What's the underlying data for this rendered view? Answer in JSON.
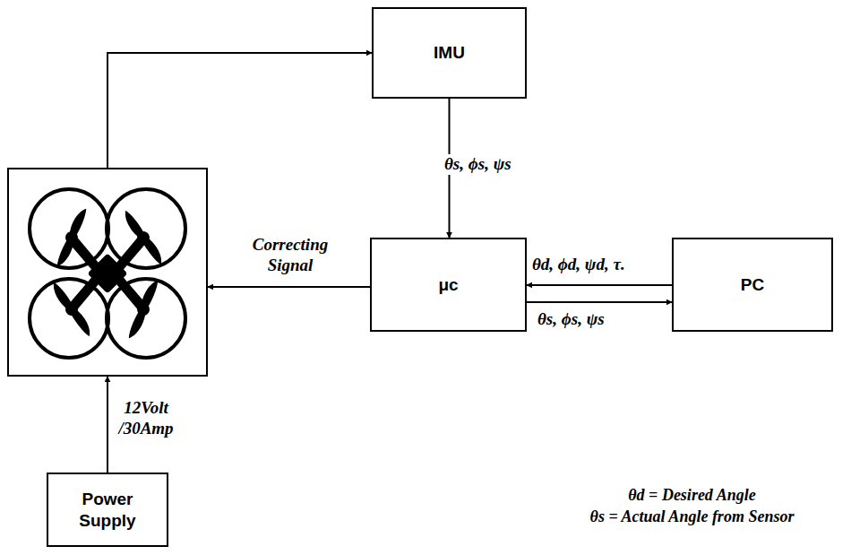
{
  "diagram": {
    "nodes": [
      {
        "text": [
          "IMU"
        ]
      },
      {
        "text": []
      },
      {
        "text": [
          "μc"
        ]
      },
      {
        "text": [
          "PC"
        ]
      },
      {
        "text": [
          "Power Supply"
        ]
      }
    ],
    "edges": [
      {
        "from": 1,
        "to": 0,
        "arrow": "to"
      },
      {
        "from": 0,
        "to": 2,
        "label": "θs, ϕs, ψs",
        "arrow": "to"
      },
      {
        "from": 3,
        "to": 2,
        "label": "θd, ϕd, ψd, τ.",
        "arrow": "to"
      },
      {
        "from": 2,
        "to": 3,
        "label": "θs, ϕs, ψs",
        "arrow": "to"
      },
      {
        "from": 2,
        "to": 1,
        "label": "Correcting Signal",
        "arrow": "to"
      },
      {
        "from": 4,
        "to": 1,
        "label": "12Volt /30Amp",
        "arrow": "to"
      }
    ],
    "labels": [
      "θd = Desired Angle",
      "θs = Actual Angle from Sensor"
    ]
  }
}
